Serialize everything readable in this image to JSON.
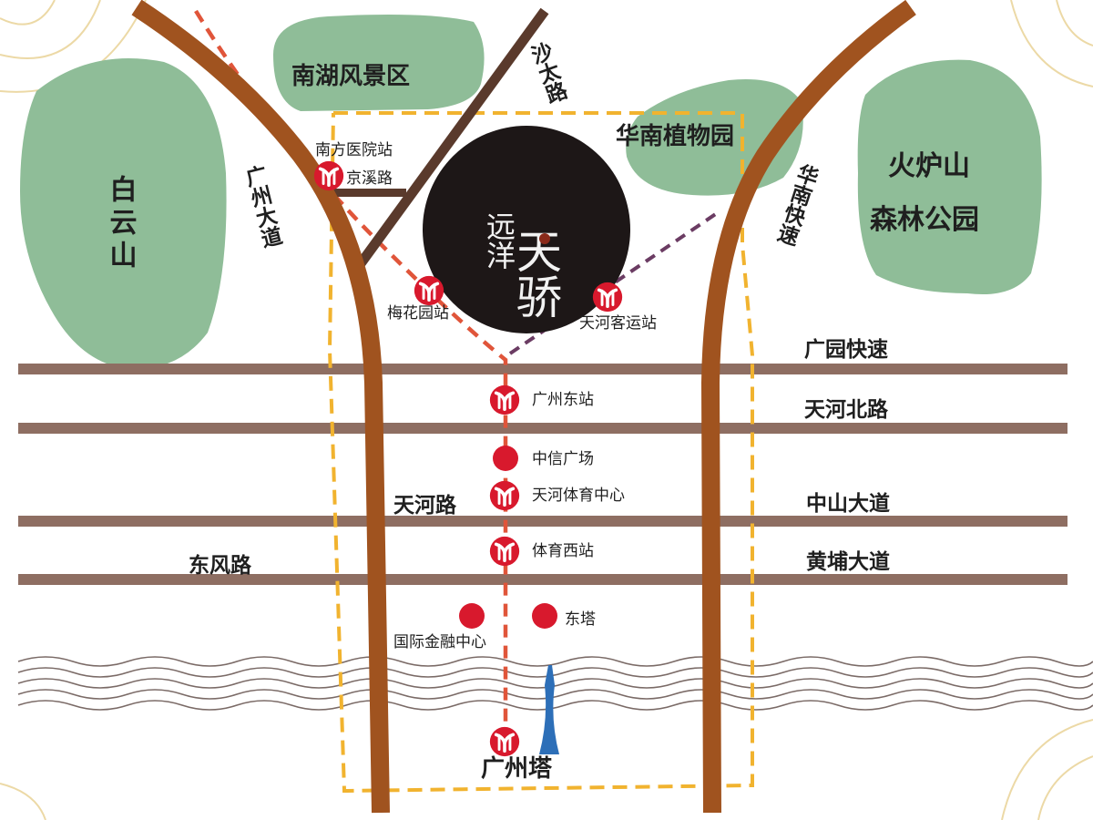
{
  "colors": {
    "green_area": "#8fbd98",
    "road_brown": "#a0531f",
    "road_grey": "#8e6e62",
    "shatai_road": "#5a3a2c",
    "metro_dash": "#e0553a",
    "purple_dash": "#6b3c63",
    "boundary": "#f1b32f",
    "station_red": "#d8192d",
    "tower_blue": "#2d6fb8",
    "logo_bg": "#1d1717"
  },
  "areas": {
    "nanhu": "南湖风景区",
    "baiyun": "白云山",
    "botanical": "华南植物园",
    "huolushan_l1": "火炉山",
    "huolushan_l2": "森林公园"
  },
  "roads": {
    "guangzhou_avenue": "广州大道",
    "shatai_road": "沙太路",
    "huanan_expressway": "华南快速",
    "guangyuan_expressway": "广园快速",
    "tianhe_north_road": "天河北路",
    "zhongshan_avenue": "中山大道",
    "huangpu_avenue": "黄埔大道",
    "dongfeng_road": "东风路",
    "tianhe_road": "天河路",
    "jingxi_road": "京溪路"
  },
  "stations": {
    "nanfang_hospital": "南方医院站",
    "meihuayuan": "梅花园站",
    "tianhe_coach": "天河客运站",
    "guangzhou_east": "广州东站",
    "citic_plaza": "中信广场",
    "tianhe_sports": "天河体育中心",
    "tiyu_xi": "体育西站",
    "east_tower": "东塔",
    "ifc": "国际金融中心",
    "canton_tower": "广州塔"
  },
  "project": {
    "name_line1": "远洋",
    "name_line2": "天骄"
  }
}
